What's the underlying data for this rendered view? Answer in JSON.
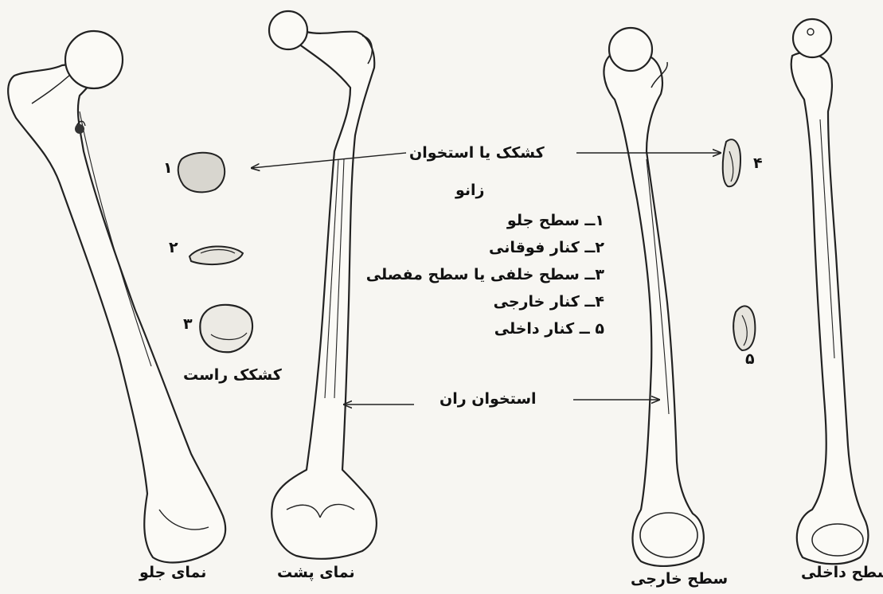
{
  "labels": {
    "patella_title_line1": "کشکک یا استخوان",
    "patella_title_line2": "زانو",
    "right_patella": "کشکک راست",
    "femur": "استخوان ران",
    "front_view": "نمای جلو",
    "back_view": "نمای پشت",
    "lateral_surface": "سطح خارجی",
    "medial_surface": "سطح داخلی"
  },
  "legend": [
    "۱ــ سطح جلو",
    "۲ــ کنار فوقانی",
    "۳ــ سطح خلفی یا سطح مفصلی",
    "۴ــ کنار خارجی",
    "۵ ــ کنار داخلی"
  ],
  "numbers": {
    "n1": "۱",
    "n2": "۲",
    "n3": "۳",
    "n4": "۴",
    "n5": "۵"
  }
}
